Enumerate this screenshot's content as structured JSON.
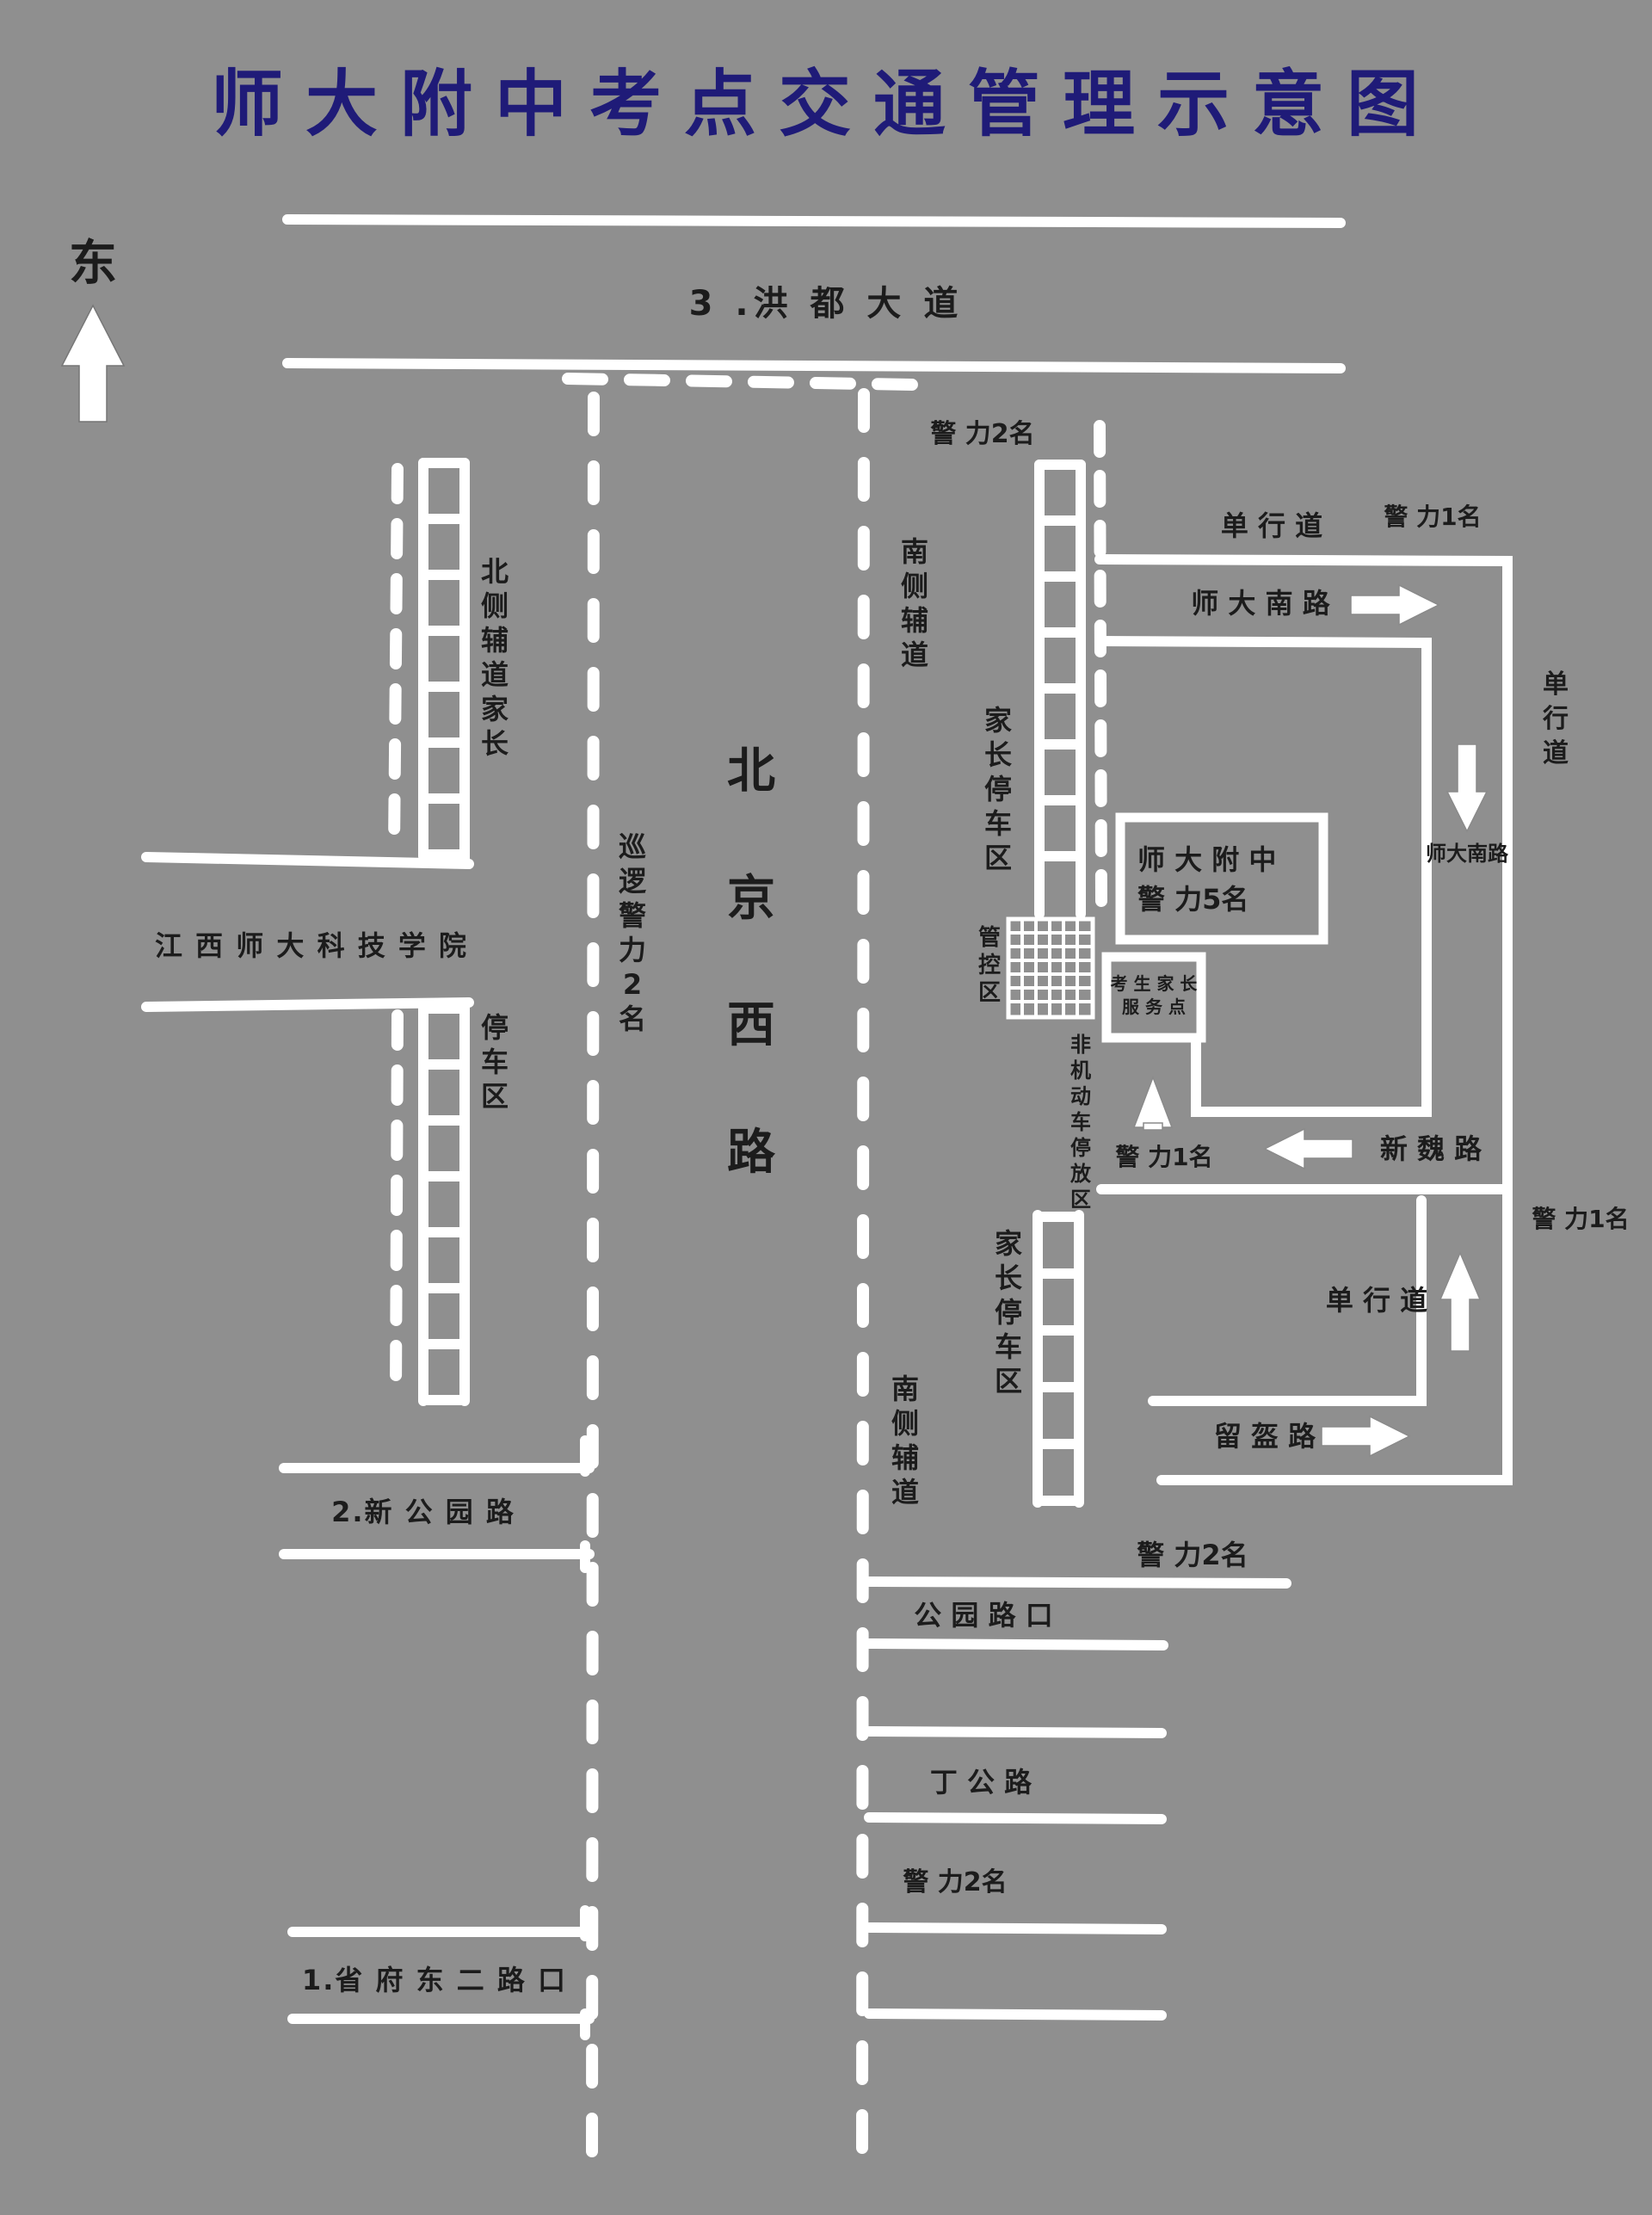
{
  "title": "师大附中考点交通管理示意图",
  "compass": {
    "label": "东",
    "arrow": "up-arrow"
  },
  "roads": {
    "hongdu": "3 .洪 都 大 道",
    "beijing_xi": [
      "北",
      "京",
      "西",
      "路"
    ],
    "xin_gongyuan": "2.新 公 园 路",
    "shengfu_dong2": "1.省 府 东 二 路 口",
    "gongyuan_kou": "公 园 路 口",
    "ding_gong": "丁 公 路",
    "shida_nan_top": "师 大 南 路",
    "shida_nan_side": "师大南路",
    "xinwei": "新 魏 路",
    "liuying": "留 盔 路"
  },
  "places": {
    "jiangxi_college": "江 西 师 大 科 技 学 院",
    "school_name": "师 大 附 中",
    "school_police": "警 力5名",
    "service_point": [
      "考 生 家 长",
      "服 务 点"
    ]
  },
  "vertical_labels": {
    "north_parents": [
      "北",
      "侧",
      "辅",
      "道",
      "家",
      "长"
    ],
    "parking_left": [
      "停",
      "车",
      "区"
    ],
    "patrol": [
      "巡",
      "逻",
      "警",
      "力",
      "2",
      "名"
    ],
    "south_aux_top": [
      "南",
      "侧",
      "辅",
      "道"
    ],
    "south_aux_bottom": [
      "南",
      "侧",
      "辅",
      "道"
    ],
    "parent_parking_top": [
      "家",
      "长",
      "停",
      "车",
      "区"
    ],
    "parent_parking_bottom": [
      "家",
      "长",
      "停",
      "车",
      "区"
    ],
    "control_zone": [
      "管",
      "控",
      "区"
    ],
    "bike_parking": [
      "非",
      "机",
      "动",
      "车",
      "停",
      "放",
      "区"
    ],
    "one_way_right": [
      "单",
      "行",
      "道"
    ]
  },
  "police": {
    "top_south": "警 力2名",
    "top_right": "警 力1名",
    "right_mid": "警 力1名",
    "near_service": "警 力1名",
    "gongyuan": "警 力2名",
    "ding_gong": "警 力2名"
  },
  "one_way": {
    "top": "单 行 道",
    "bottom": "单 行 道"
  },
  "icons": {
    "arrow": "direction-arrow",
    "grid": "control-zone-grid"
  },
  "colors": {
    "background": "#8f8f8f",
    "title": "#1f1b78",
    "road": "#ffffff",
    "text": "#1c1c1c"
  }
}
